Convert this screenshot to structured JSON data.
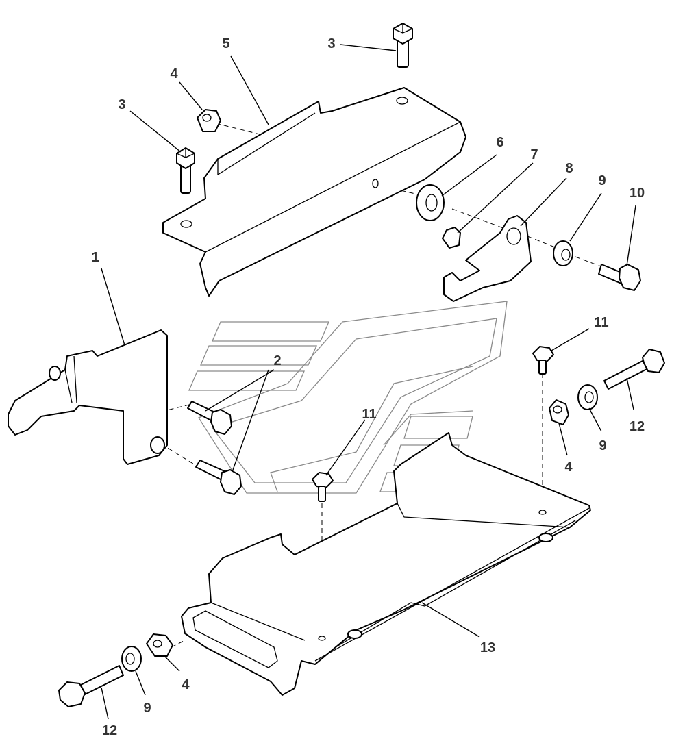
{
  "callouts": [
    {
      "id": "c1",
      "text": "1"
    },
    {
      "id": "c2",
      "text": "2"
    },
    {
      "id": "c3a",
      "text": "3"
    },
    {
      "id": "c3b",
      "text": "3"
    },
    {
      "id": "c4a",
      "text": "4"
    },
    {
      "id": "c4b",
      "text": "4"
    },
    {
      "id": "c4c",
      "text": "4"
    },
    {
      "id": "c5",
      "text": "5"
    },
    {
      "id": "c6",
      "text": "6"
    },
    {
      "id": "c7",
      "text": "7"
    },
    {
      "id": "c8",
      "text": "8"
    },
    {
      "id": "c9a",
      "text": "9"
    },
    {
      "id": "c9b",
      "text": "9"
    },
    {
      "id": "c9c",
      "text": "9"
    },
    {
      "id": "c10",
      "text": "10"
    },
    {
      "id": "c11a",
      "text": "11"
    },
    {
      "id": "c11b",
      "text": "11"
    },
    {
      "id": "c12a",
      "text": "12"
    },
    {
      "id": "c12b",
      "text": "12"
    },
    {
      "id": "c13",
      "text": "13"
    }
  ],
  "colors": {
    "line": "#000000",
    "label": "#333333",
    "watermark": "#8a8a8a",
    "background": "#ffffff"
  }
}
